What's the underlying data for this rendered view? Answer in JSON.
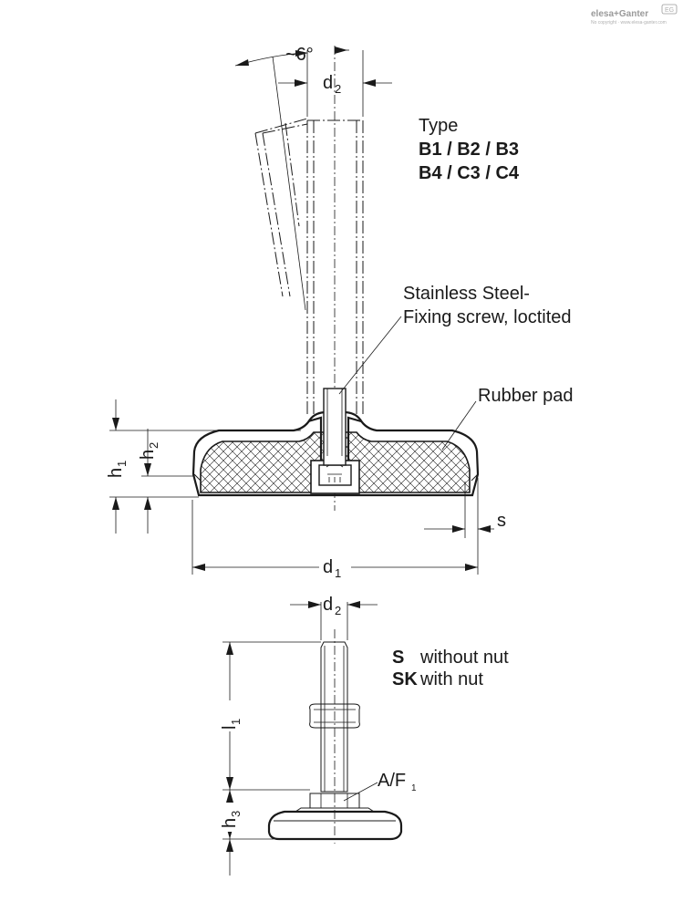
{
  "brand": {
    "name": "elesa+Ganter",
    "tagline": "No copyright · www.elesa-ganter.com",
    "badge": "EG"
  },
  "top_view": {
    "angle_label": "~6°",
    "d2_label": {
      "main": "d",
      "sub": "2"
    },
    "type_heading": "Type",
    "type_line_1": "B1 / B2 / B3",
    "type_line_2": "B4 / C3 / C4",
    "callout_screw_line_1": "Stainless Steel-",
    "callout_screw_line_2": "Fixing screw, loctited",
    "callout_pad": "Rubber pad",
    "h1_label": {
      "main": "h",
      "sub": "1"
    },
    "h2_label": {
      "main": "h",
      "sub": "2"
    },
    "s_label": "s",
    "d1_label": {
      "main": "d",
      "sub": "1"
    }
  },
  "bottom_view": {
    "d2_label": {
      "main": "d",
      "sub": "2"
    },
    "l1_label": {
      "main": "l",
      "sub": "1"
    },
    "h3_label": {
      "main": "h",
      "sub": "3"
    },
    "af_label": {
      "main": "A/F",
      "sub": "1"
    },
    "legend_s_code": "S",
    "legend_s_text": "without nut",
    "legend_sk_code": "SK",
    "legend_sk_text": "with nut"
  }
}
